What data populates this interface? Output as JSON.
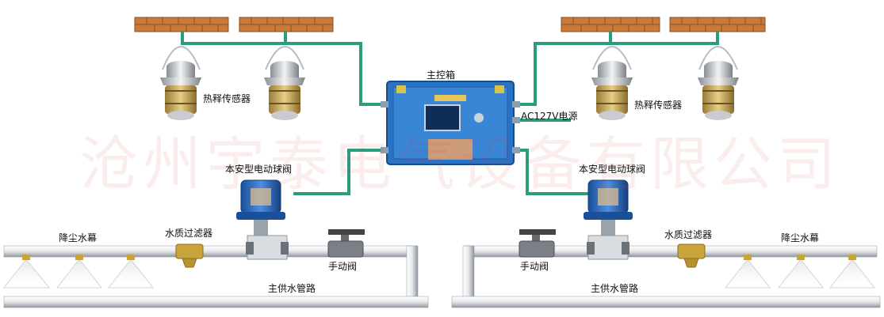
{
  "watermark": "沧州宇泰电气设备有限公司",
  "labels": {
    "main_box": "主控箱",
    "power": "AC127V电源",
    "sensor_left": "热释传感器",
    "sensor_right": "热释传感器",
    "valve_left": "本安型电动球阀",
    "valve_right": "本安型电动球阀",
    "filter_left": "水质过滤器",
    "filter_right": "水质过滤器",
    "curtain_left": "降尘水幕",
    "curtain_right": "降尘水幕",
    "manual_left": "手动阀",
    "manual_right": "手动阀",
    "pipe_left": "主供水管路",
    "pipe_right": "主供水管路"
  },
  "colors": {
    "cable": "#2a9d7f",
    "brick": "#c97a3a",
    "box": "#2a73c4",
    "pipe": "#d9dde2",
    "brass": "#c8a43a"
  }
}
